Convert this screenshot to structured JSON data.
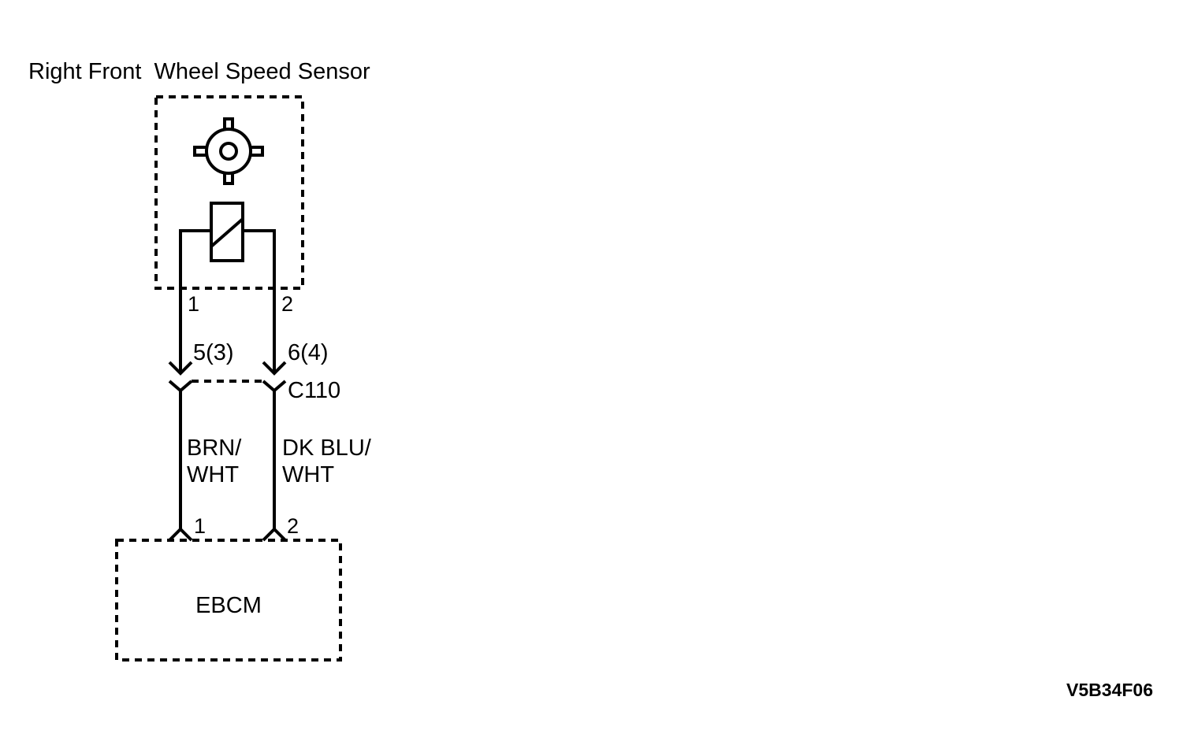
{
  "title": "Right Front  Wheel Speed Sensor",
  "sensor": {
    "pins": [
      "1",
      "2"
    ]
  },
  "connector": {
    "name": "C110",
    "pins": [
      "5(3)",
      "6(4)"
    ]
  },
  "wires": [
    {
      "line1": "BRN/",
      "line2": "WHT"
    },
    {
      "line1": "DK BLU/",
      "line2": "WHT"
    }
  ],
  "module": {
    "name": "EBCM",
    "pins": [
      "1",
      "2"
    ]
  },
  "figure_code": "V5B34F06"
}
